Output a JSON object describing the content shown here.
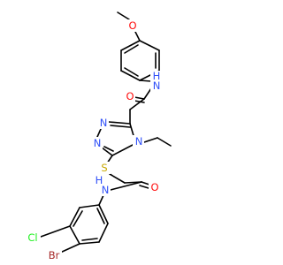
{
  "molecule": {
    "atoms": [
      {
        "id": "o_meo",
        "label": "O",
        "color": "#ff0d0d"
      },
      {
        "id": "n_amide1",
        "label": "N",
        "color": "#3050f8"
      },
      {
        "id": "h_amide1",
        "label": "H",
        "color": "#3050f8"
      },
      {
        "id": "o_c1",
        "label": "O",
        "color": "#ff0d0d"
      },
      {
        "id": "n_tri_a",
        "label": "N",
        "color": "#3050f8"
      },
      {
        "id": "n_tri_b",
        "label": "N",
        "color": "#3050f8"
      },
      {
        "id": "n_tri_c",
        "label": "N",
        "color": "#3050f8"
      },
      {
        "id": "s",
        "label": "S",
        "color": "#c8a800"
      },
      {
        "id": "o_c2",
        "label": "O",
        "color": "#ff0d0d"
      },
      {
        "id": "h_amide2",
        "label": "H",
        "color": "#3050f8"
      },
      {
        "id": "n_amide2",
        "label": "N",
        "color": "#3050f8"
      },
      {
        "id": "cl",
        "label": "Cl",
        "color": "#1ff01f"
      },
      {
        "id": "br",
        "label": "Br",
        "color": "#a62929"
      }
    ]
  }
}
